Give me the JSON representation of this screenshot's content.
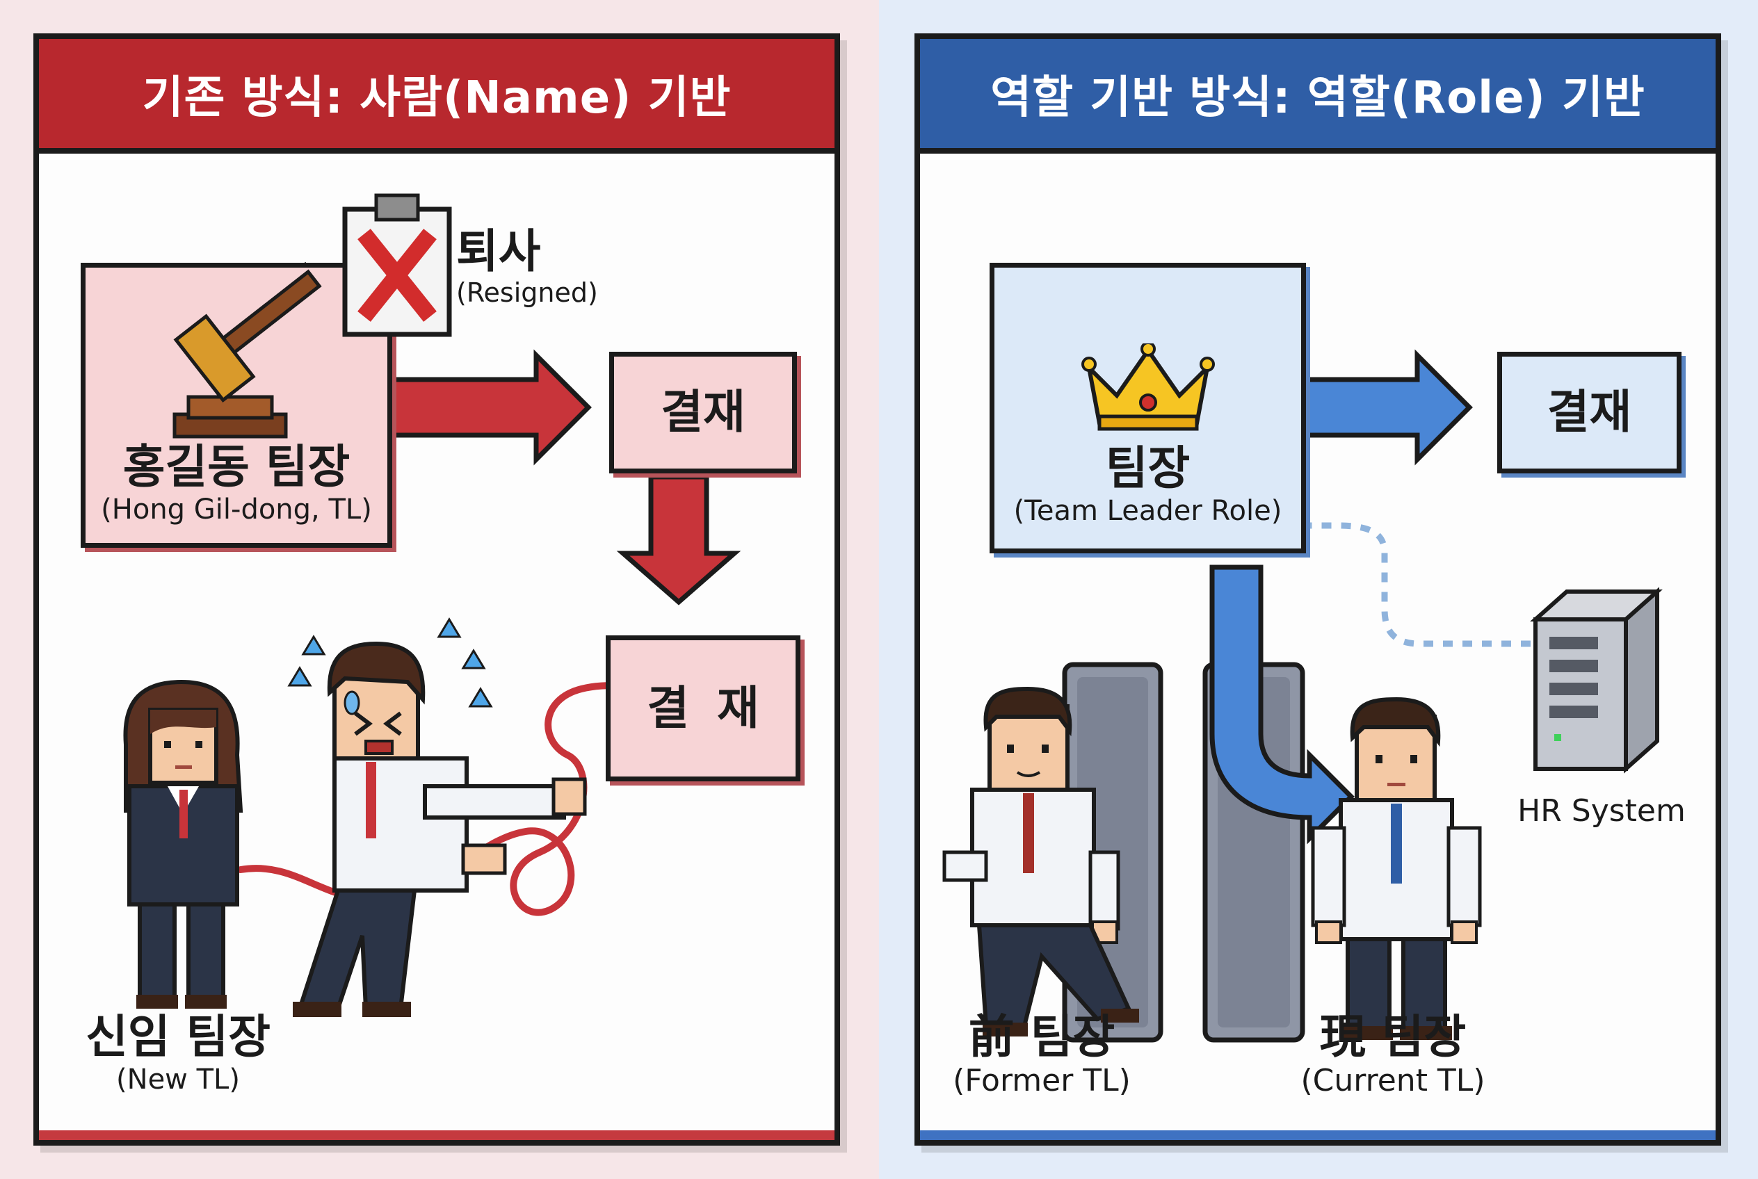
{
  "left_panel": {
    "title": "기존 방식: 사람(Name) 기반",
    "person_box": {
      "title": "홍길동 팀장",
      "subtitle": "(Hong Gil-dong, TL)"
    },
    "resigned": {
      "title": "퇴사",
      "subtitle": "(Resigned)"
    },
    "approval_box": {
      "label": "결재"
    },
    "broken_approval_box": {
      "label_left": "결",
      "label_right": "재"
    },
    "new_leader": {
      "title": "신임 팀장",
      "subtitle": "(New TL)"
    }
  },
  "right_panel": {
    "title": "역할 기반 방식: 역할(Role) 기반",
    "role_box": {
      "title": "팀장",
      "subtitle": "(Team Leader Role)"
    },
    "approval_box": {
      "label": "결재"
    },
    "hr_system": {
      "label": "HR System"
    },
    "former_leader": {
      "title": "前 팀장",
      "subtitle": "(Former TL)"
    },
    "current_leader": {
      "title": "現 팀장",
      "subtitle": "(Current TL)"
    }
  },
  "icons": [
    "gavel-icon",
    "resigned-clipboard-x-icon",
    "crown-icon",
    "server-icon",
    "sweat-drops-icon"
  ],
  "colors": {
    "left_accent": "#b8282e",
    "left_box": "#f7d4d6",
    "right_accent": "#2f5ea6",
    "right_box": "#dce9f8",
    "arrow_red": "#c8343a",
    "arrow_blue": "#4a86d6",
    "outline": "#1b1b1b"
  }
}
